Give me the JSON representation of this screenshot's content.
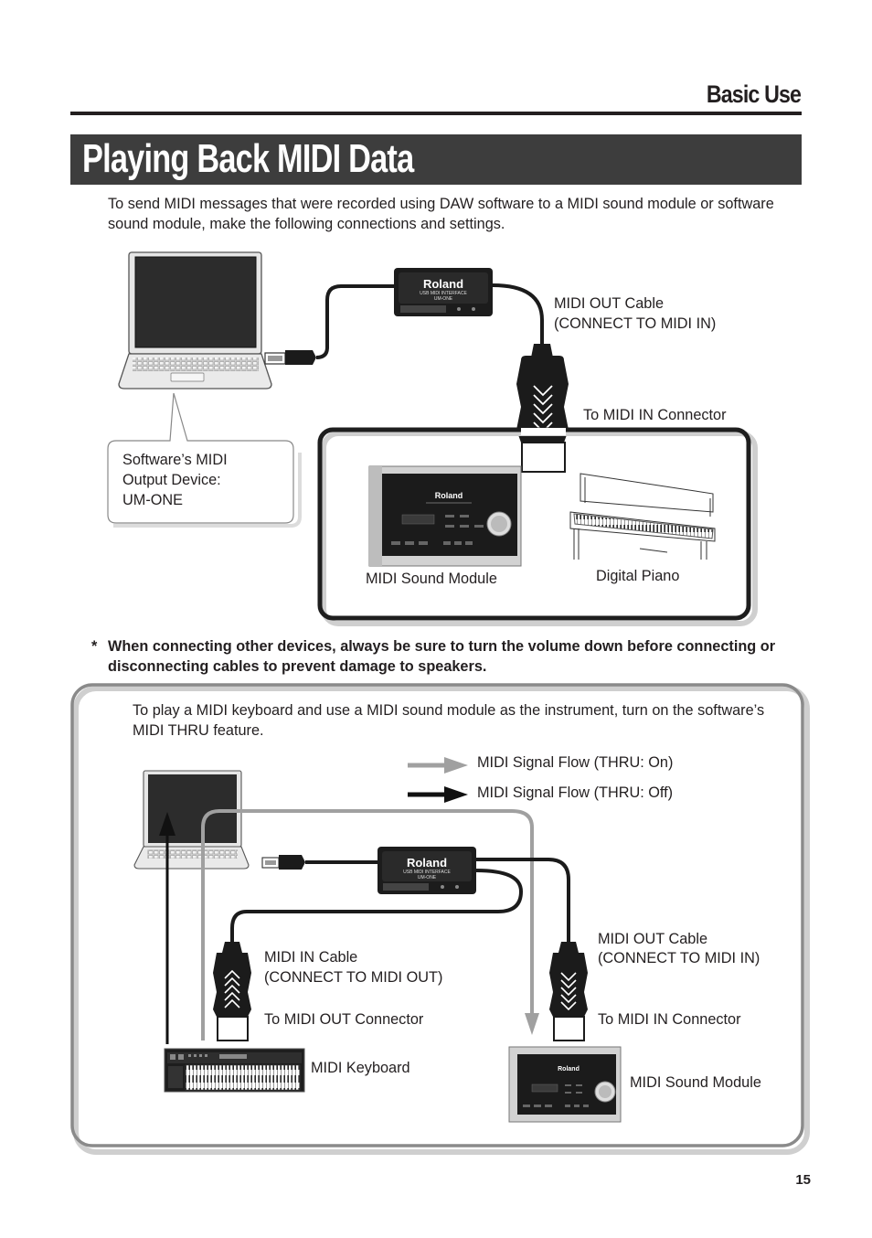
{
  "header": {
    "section": "Basic Use",
    "title": "Playing Back MIDI Data"
  },
  "intro": "To send MIDI messages that were recorded using DAW software to a MIDI sound module or software sound module, make the following connections and settings.",
  "diagram1": {
    "interface_brand": "Roland",
    "interface_sub1": "USB MIDI INTERFACE",
    "interface_sub2": "UM-ONE",
    "midi_out_cable_1": "MIDI OUT Cable",
    "midi_out_cable_2": "(CONNECT TO MIDI IN)",
    "to_midi_in": "To MIDI IN Connector",
    "callout_1": "Software’s MIDI",
    "callout_2": "Output Device:",
    "callout_3": "UM-ONE",
    "module_brand": "Roland",
    "sound_module": "MIDI Sound Module",
    "digital_piano": "Digital Piano"
  },
  "note": {
    "mark": "*",
    "text": "When connecting other devices, always be sure to turn the volume down before connecting or disconnecting cables to prevent damage to speakers."
  },
  "diagram2": {
    "intro": "To play a MIDI keyboard and use a MIDI sound module as the instrument, turn on the software’s MIDI THRU feature.",
    "legend_on": "MIDI Signal Flow (THRU: On)",
    "legend_off": "MIDI Signal Flow (THRU: Off)",
    "interface_brand": "Roland",
    "interface_sub1": "USB MIDI INTERFACE",
    "interface_sub2": "UM-ONE",
    "midi_in_cable_1": "MIDI IN Cable",
    "midi_in_cable_2": "(CONNECT TO MIDI OUT)",
    "to_midi_out": "To MIDI OUT Connector",
    "midi_out_cable_1": "MIDI OUT Cable",
    "midi_out_cable_2": "(CONNECT TO MIDI IN)",
    "to_midi_in": "To MIDI IN Connector",
    "midi_keyboard": "MIDI Keyboard",
    "sound_module": "MIDI Sound Module",
    "module_brand": "Roland"
  },
  "page_number": "15",
  "colors": {
    "title_bar": "#3d3d3d",
    "text": "#231f20",
    "thru_on_arrow": "#a0a0a0",
    "thru_off_arrow": "#111111"
  }
}
